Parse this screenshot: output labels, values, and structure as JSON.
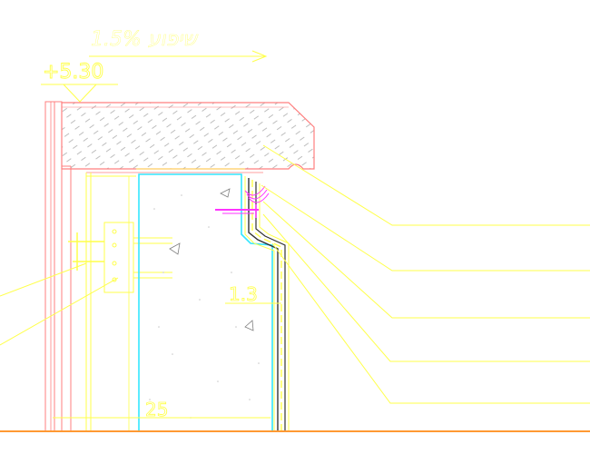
{
  "drawing": {
    "slope_label": "שיפוע 1.5%",
    "elevation_label": "+5.30",
    "dim_vertical": "1.3",
    "dim_horizontal": "25"
  },
  "colors": {
    "background": "#ffffff",
    "red": "#ff7f7f",
    "yellow": "#ffff4a",
    "cyan": "#33e6ff",
    "magenta": "#ff33ff",
    "orange": "#ff9933",
    "gray": "#a0a0a0",
    "dark": "#333333"
  }
}
